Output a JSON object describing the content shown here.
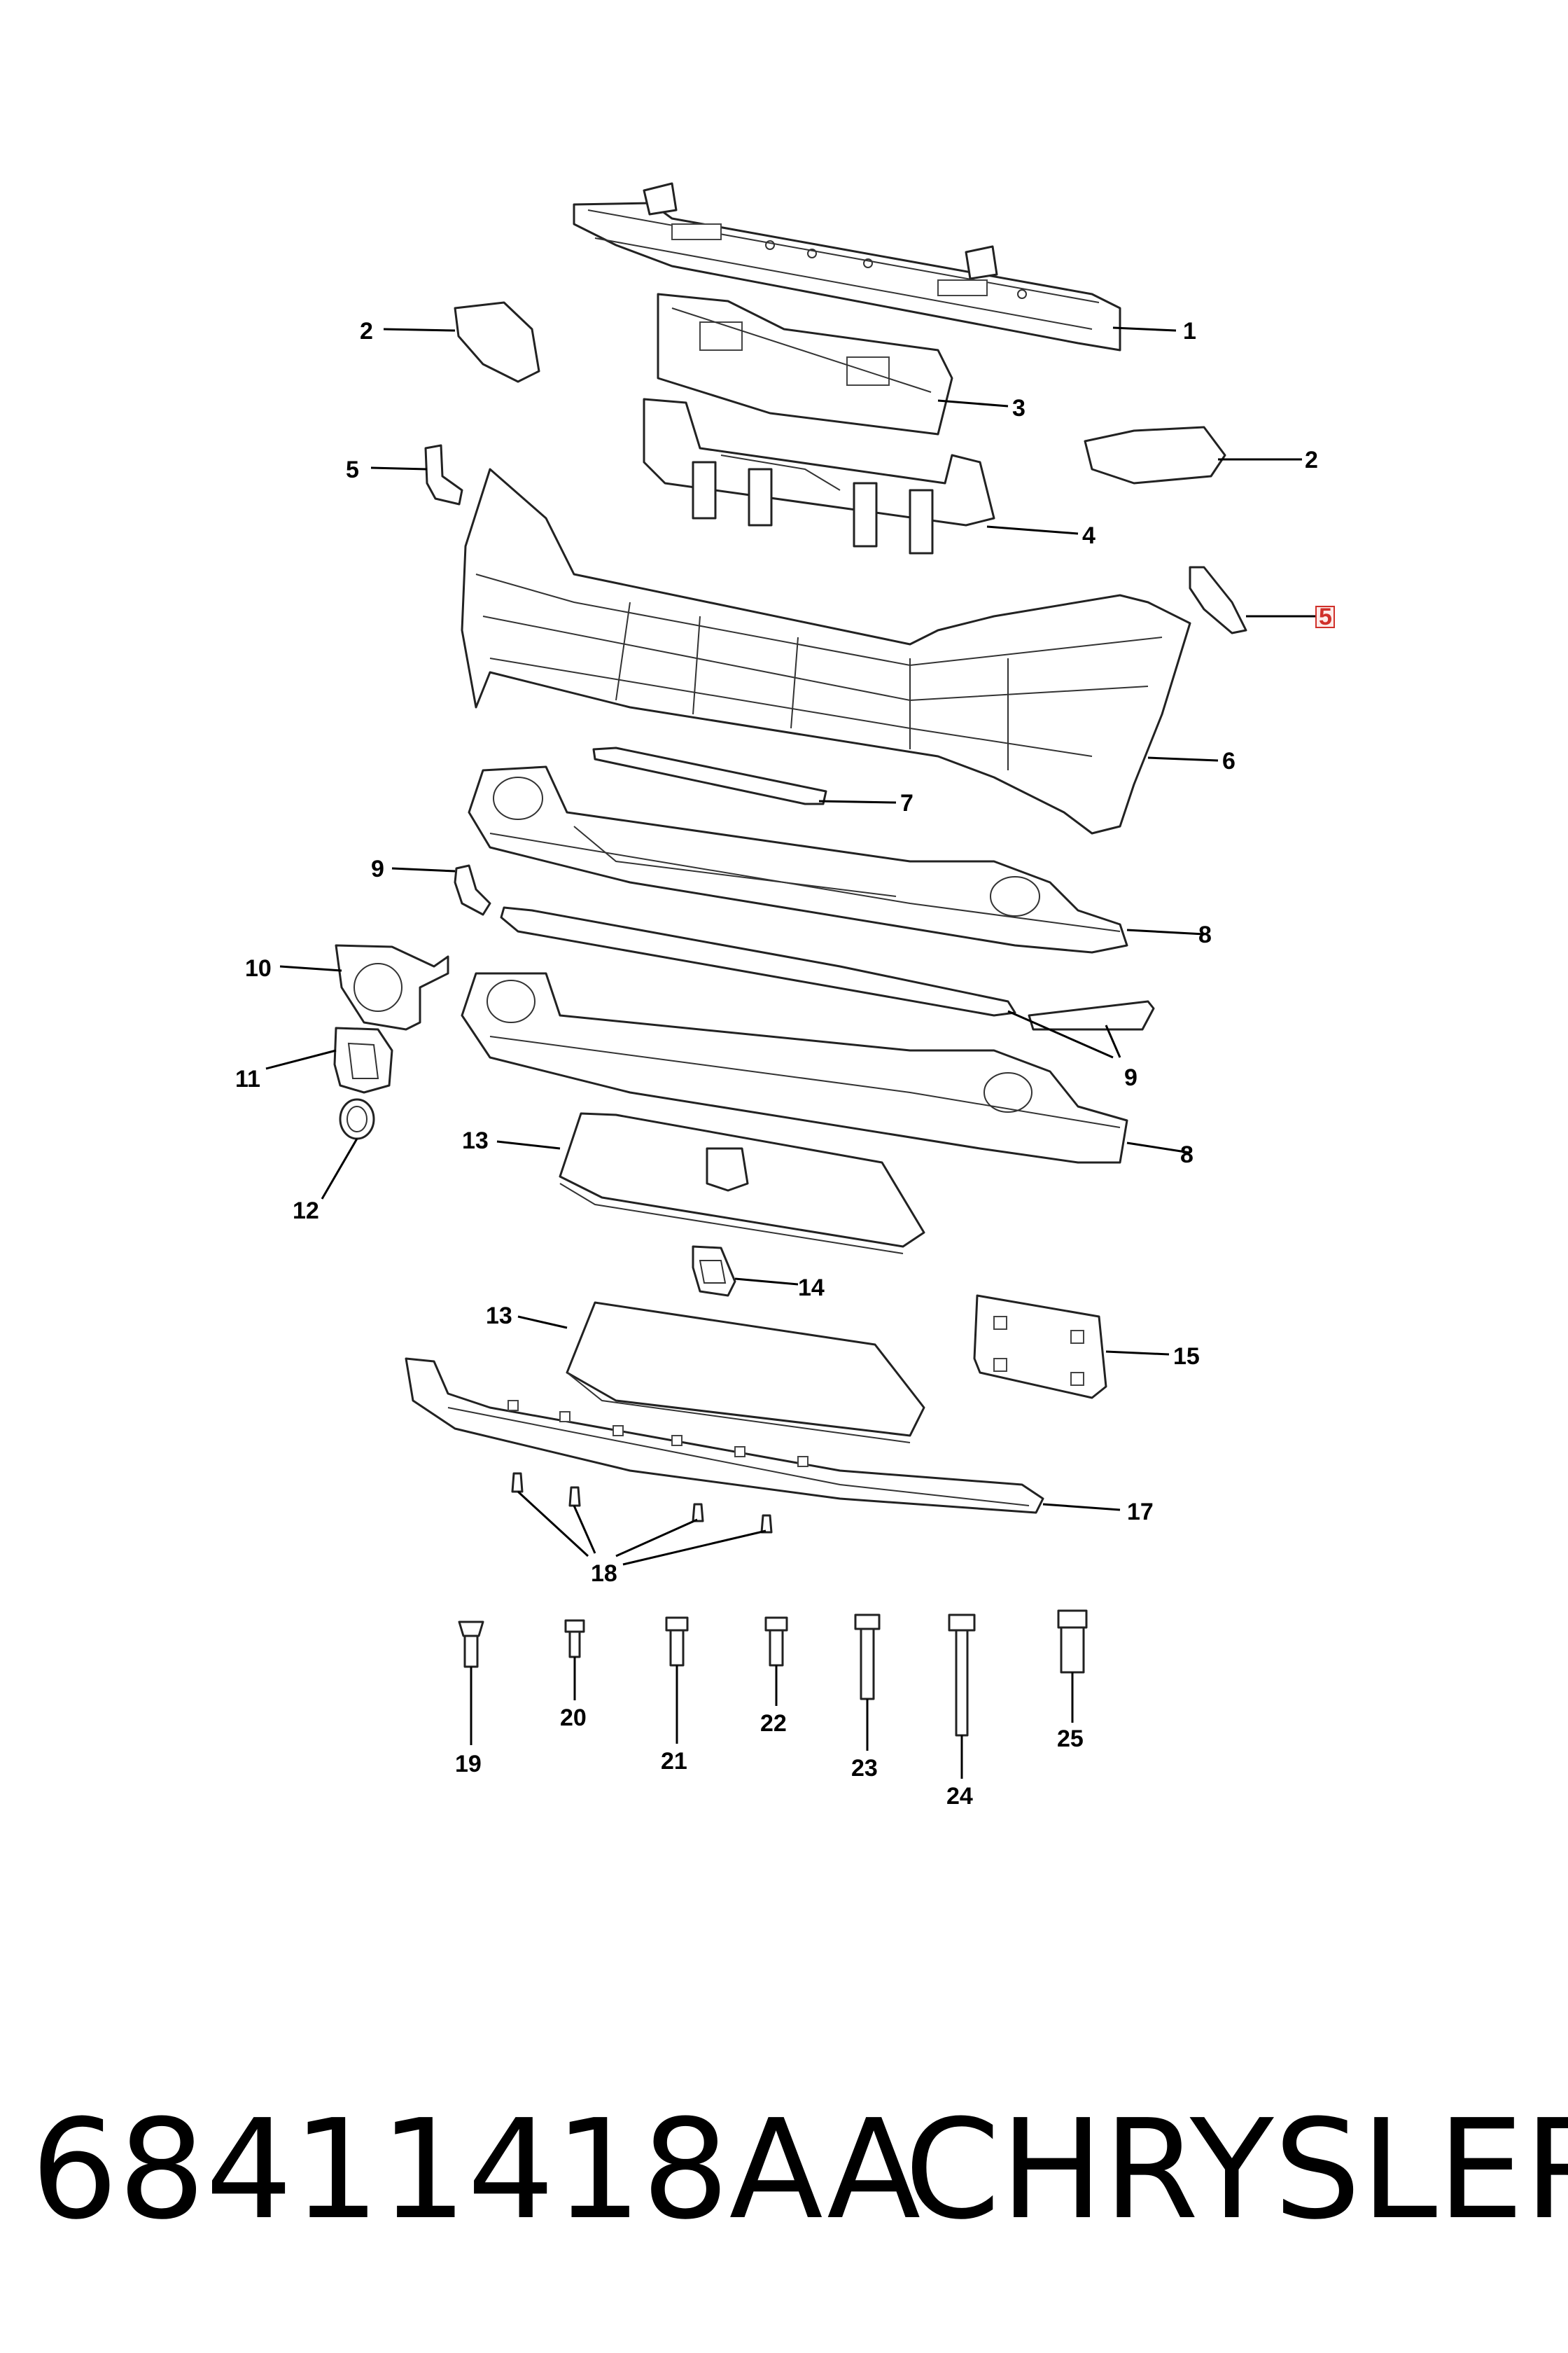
{
  "footer": {
    "part_number": "68411418AA",
    "brand": "CHRYSLER"
  },
  "callouts": {
    "c1": "1",
    "c2a": "2",
    "c2b": "2",
    "c3": "3",
    "c4": "4",
    "c5a": "5",
    "c5b": "5",
    "c6": "6",
    "c7": "7",
    "c8a": "8",
    "c8b": "8",
    "c9a": "9",
    "c9b": "9",
    "c10": "10",
    "c11": "11",
    "c12": "12",
    "c13a": "13",
    "c13b": "13",
    "c14": "14",
    "c15": "15",
    "c17": "17",
    "c18": "18",
    "c19": "19",
    "c20": "20",
    "c21": "21",
    "c22": "22",
    "c23": "23",
    "c24": "24",
    "c25": "25"
  },
  "highlighted_callout": "5",
  "colors": {
    "line": "#222222",
    "highlight_fill": "#fdecea",
    "highlight_stroke": "#d0302a"
  }
}
